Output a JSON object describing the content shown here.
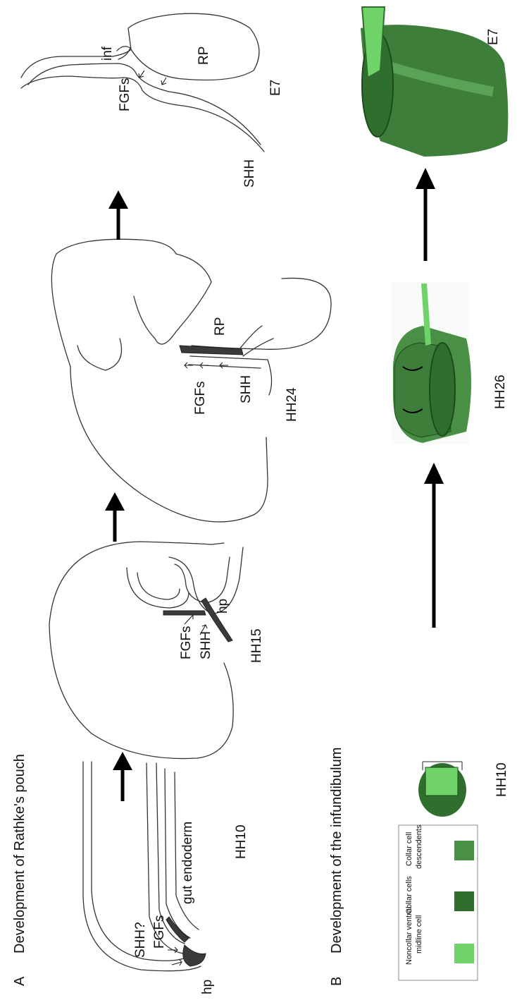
{
  "panelA": {
    "letter": "A",
    "title": "Development of Rathke's pouch",
    "stage1": {
      "stage": "HH10",
      "shh_q": "SHH?",
      "fgfs": "FGFs",
      "hp": "hp",
      "gut": "gut endoderm"
    },
    "stage2": {
      "stage": "HH15",
      "fgfs": "FGFs",
      "shh": "SHH",
      "hp": "hp"
    },
    "stage3": {
      "stage": "HH24",
      "fgfs": "FGFs",
      "shh": "SHH",
      "rp": "RP"
    },
    "stage4": {
      "stage": "E7",
      "fgfs": "FGFs",
      "shh": "SHH",
      "rp": "RP",
      "inf": "inf"
    }
  },
  "panelB": {
    "letter": "B",
    "title": "Development of the infundibulum",
    "stage1": "HH10",
    "stage2": "HH26",
    "stage3": "E7",
    "legend": [
      {
        "label_line1": "Noncollar ventral",
        "label_line2": "midline cell",
        "color": "#6fd36a"
      },
      {
        "label_line1": "Collar cells",
        "label_line2": "",
        "color": "#2f6e2c"
      },
      {
        "label_line1": "Collar cell",
        "label_line2": "descendents",
        "color": "#4a8f46"
      }
    ]
  }
}
